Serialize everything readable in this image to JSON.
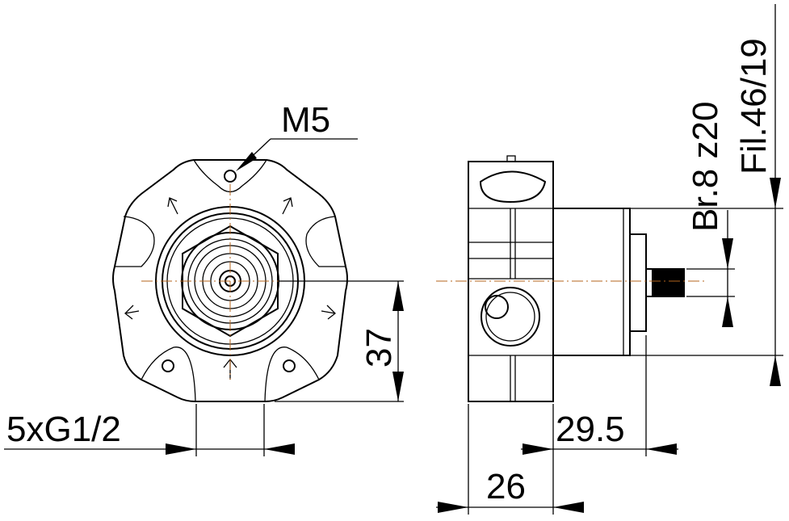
{
  "labels": {
    "thread": "M5",
    "height": "37",
    "connections": "5xG1/2",
    "depth_body": "26",
    "depth_total": "29.5",
    "spline": "Br.8 z20",
    "fil": "Fil.46/19"
  },
  "colors": {
    "line": "#000000",
    "centerline": "#b5651d"
  }
}
